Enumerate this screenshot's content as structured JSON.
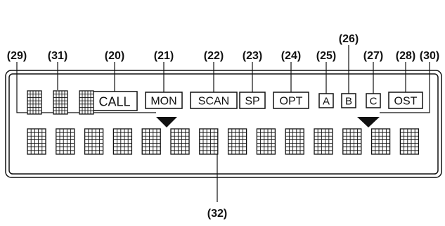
{
  "callouts": {
    "c29": "(29)",
    "c31": "(31)",
    "c20": "(20)",
    "c21": "(21)",
    "c22": "(22)",
    "c23": "(23)",
    "c24": "(24)",
    "c25": "(25)",
    "c26": "(26)",
    "c27": "(27)",
    "c28": "(28)",
    "c30": "(30)",
    "c32": "(32)"
  },
  "indicators": {
    "call": "CALL",
    "mon": "MON",
    "scan": "SCAN",
    "sp": "SP",
    "opt": "OPT",
    "a": "A",
    "b": "B",
    "c": "C",
    "ost": "OST"
  },
  "display": {
    "small_matrix_count": 3,
    "large_matrix_count": 14,
    "arrow_left": "down-triangle",
    "arrow_right": "down-triangle"
  },
  "colors": {
    "ink": "#111111",
    "background": "#ffffff"
  }
}
